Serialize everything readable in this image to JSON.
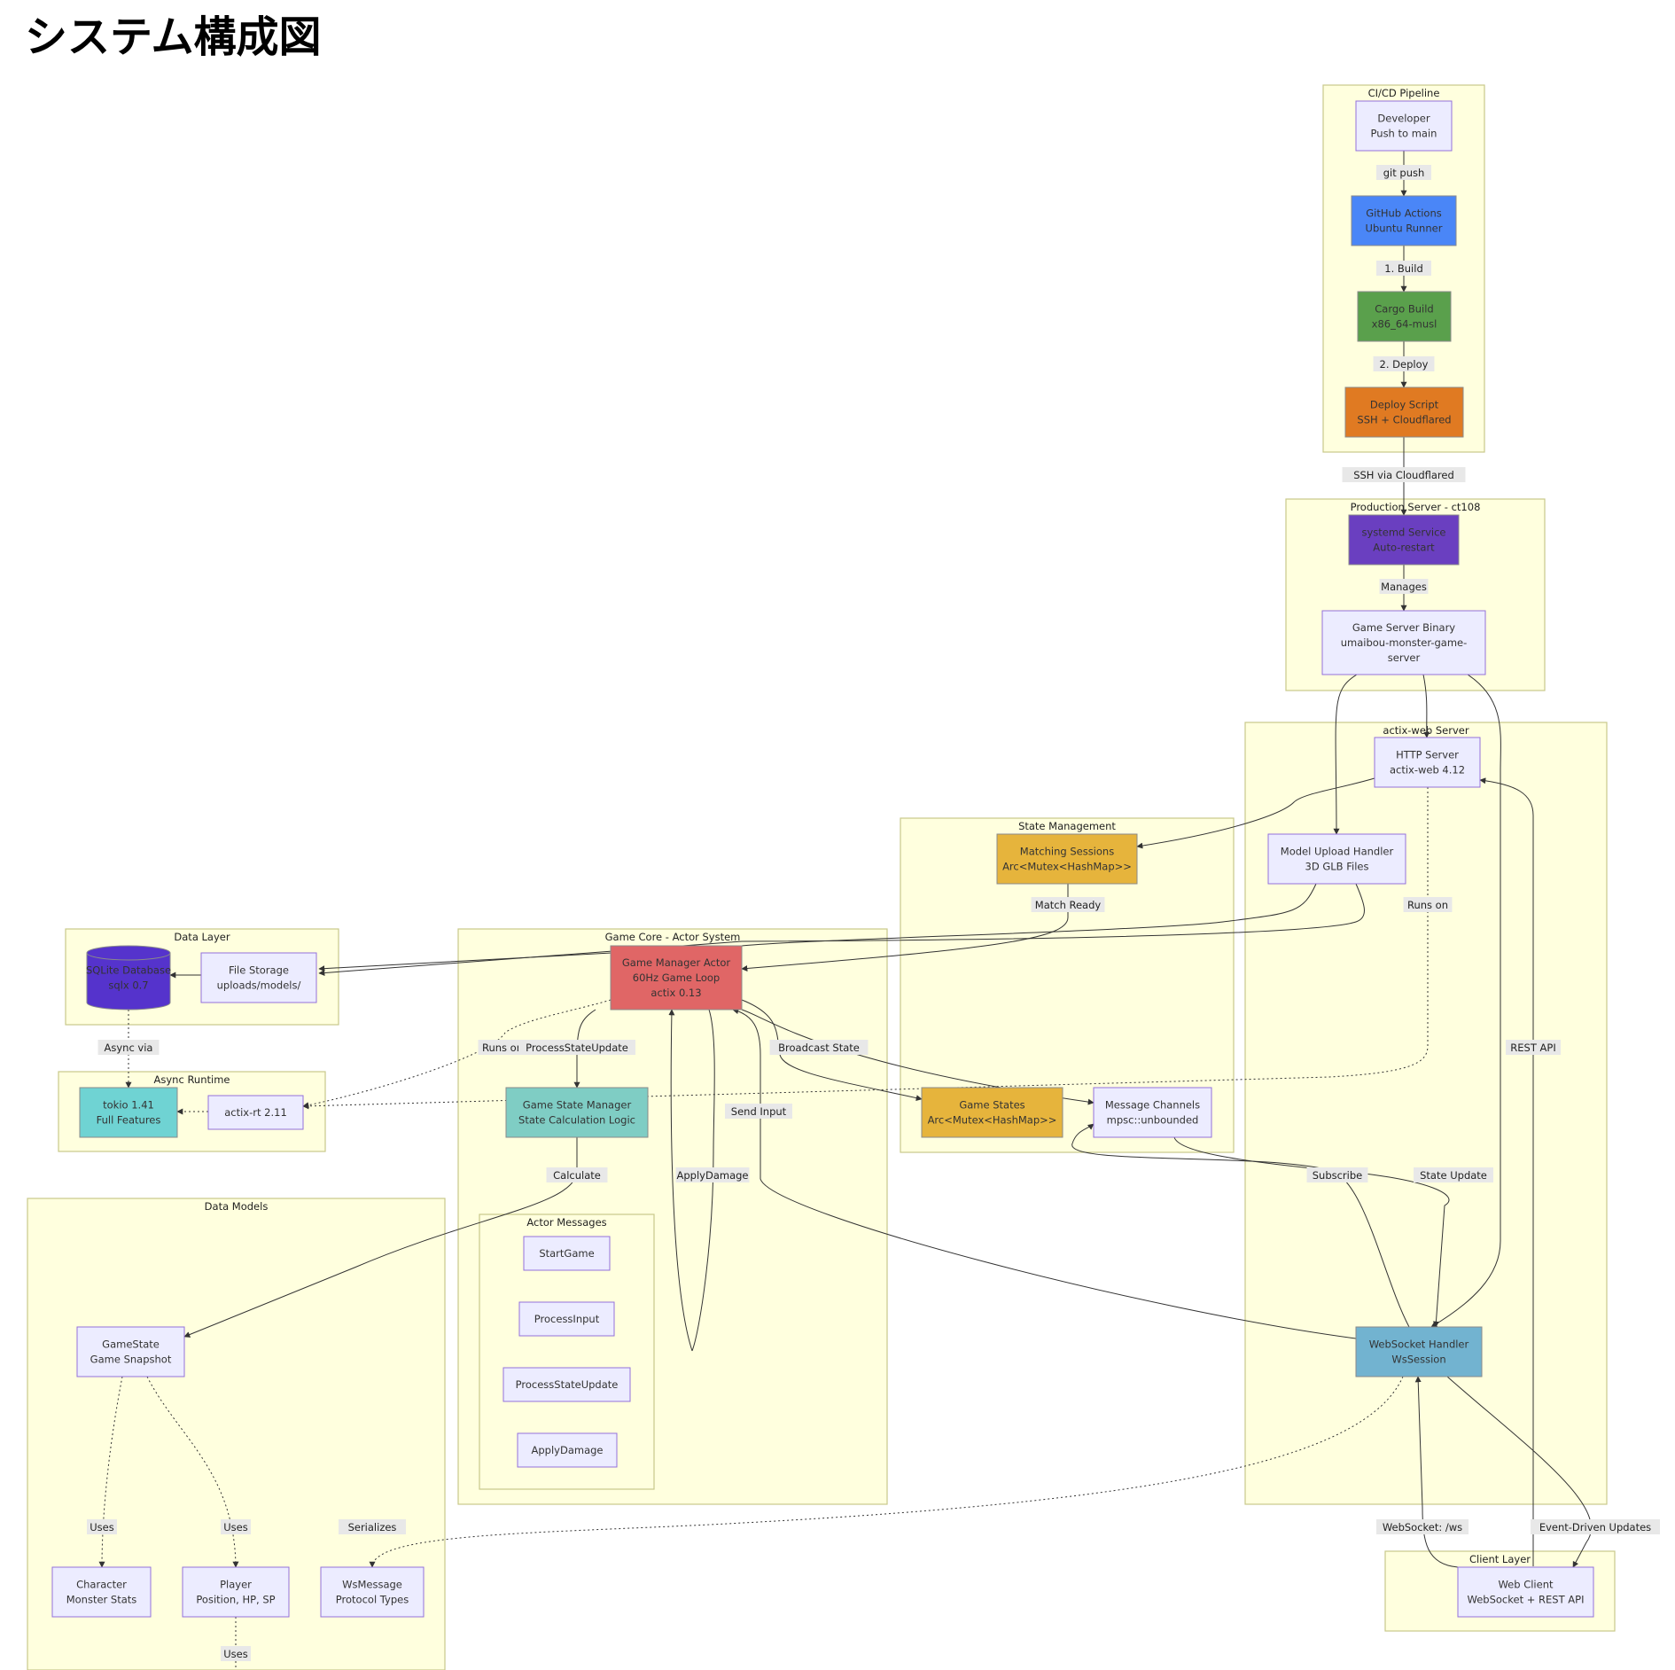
{
  "title": "システム構成図",
  "colors": {
    "default_fill": "#ececff",
    "default_stroke": "#9370db",
    "group_fill": "#ffffde",
    "group_stroke": "#c8c88a",
    "github": "#4a86f7",
    "cargo": "#5aa04c",
    "deploy": "#e07a22",
    "systemd": "#6a3fc0",
    "game_manager": "#e06666",
    "state_manager": "#7fcdc4",
    "sessions": "#e6b43c",
    "websocket": "#72b3d0",
    "tokio": "#6fd3d3",
    "sqlite": "#5533cc"
  },
  "groups": {
    "cicd": "CI/CD Pipeline",
    "production": "Production Server - ct108",
    "actix": "actix-web Server",
    "state_mgmt": "State Management",
    "data_layer": "Data Layer",
    "game_core": "Game Core - Actor System",
    "async_rt": "Async Runtime",
    "data_models": "Data Models",
    "actor_msgs": "Actor Messages",
    "client": "Client Layer"
  },
  "nodes": {
    "developer": [
      "Developer",
      "Push to main"
    ],
    "github": [
      "GitHub Actions",
      "Ubuntu Runner"
    ],
    "cargo": [
      "Cargo Build",
      "x86_64-musl"
    ],
    "deploy": [
      "Deploy Script",
      "SSH + Cloudflared"
    ],
    "systemd": [
      "systemd Service",
      "Auto-restart"
    ],
    "binary": [
      "Game Server Binary",
      "umaibou-monster-game-",
      "server"
    ],
    "http": [
      "HTTP Server",
      "actix-web 4.12"
    ],
    "upload": [
      "Model Upload Handler",
      "3D GLB Files"
    ],
    "matching": [
      "Matching Sessions",
      "Arc<Mutex<HashMap>>"
    ],
    "gamemgr": [
      "Game Manager Actor",
      "60Hz Game Loop",
      "actix 0.13"
    ],
    "sqlite": [
      "SQLite Database",
      "sqlx 0.7"
    ],
    "filestore": [
      "File Storage",
      "uploads/models/"
    ],
    "tokio": [
      "tokio 1.41",
      "Full Features"
    ],
    "actixrt": [
      "actix-rt 2.11"
    ],
    "statemgr": [
      "Game State Manager",
      "State Calculation Logic"
    ],
    "gamestates": [
      "Game States",
      "Arc<Mutex<HashMap>>"
    ],
    "channels": [
      "Message Channels",
      "mpsc::unbounded"
    ],
    "startgame": [
      "StartGame"
    ],
    "processinput": [
      "ProcessInput"
    ],
    "processstate": [
      "ProcessStateUpdate"
    ],
    "applydamage": [
      "ApplyDamage"
    ],
    "gamestate": [
      "GameState",
      "Game Snapshot"
    ],
    "character": [
      "Character",
      "Monster Stats"
    ],
    "player": [
      "Player",
      "Position, HP, SP"
    ],
    "wsmessage": [
      "WsMessage",
      "Protocol Types"
    ],
    "wshandler": [
      "WebSocket Handler",
      "WsSession"
    ],
    "webclient": [
      "Web Client",
      "WebSocket + REST API"
    ]
  },
  "edge_labels": {
    "git_push": "git push",
    "build": "1. Build",
    "deploy": "2. Deploy",
    "ssh": "SSH via Cloudflared",
    "manages": "Manages",
    "match_ready": "Match Ready",
    "runs_on_right": "Runs on",
    "async_via": "Async via",
    "runs_on_left": "Runs on",
    "process_state_update": "ProcessStateUpdate",
    "broadcast_state": "Broadcast State",
    "rest_api": "REST API",
    "send_input": "Send Input",
    "calculate": "Calculate",
    "apply_damage": "ApplyDamage",
    "subscribe": "Subscribe",
    "state_update": "State Update",
    "uses_1": "Uses",
    "uses_2": "Uses",
    "serializes": "Serializes",
    "websocket_ws": "WebSocket: /ws",
    "event_driven": "Event-Driven Updates",
    "uses_3": "Uses"
  }
}
